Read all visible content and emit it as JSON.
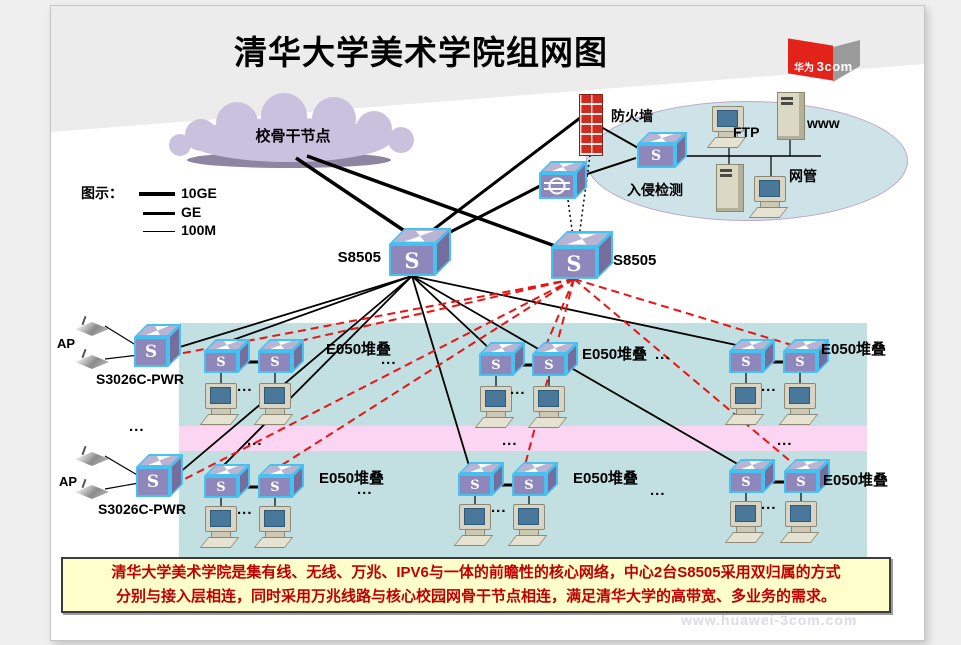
{
  "title": "清华大学美术学院组网图",
  "logo": {
    "cn": "华为",
    "en": "3com"
  },
  "legend": {
    "heading": "图示：",
    "items": [
      "10GE",
      "GE",
      "100M"
    ]
  },
  "cloud": {
    "label": "校骨干节点"
  },
  "dmz": {
    "firewall": "防火墙",
    "ids": "入侵检测",
    "ftp": "FTP",
    "www": "www",
    "nms": "网管"
  },
  "core": {
    "left": "S8505",
    "right": "S8505"
  },
  "rows": [
    {
      "ap": "AP",
      "switch": "S3026C-PWR",
      "stacks": [
        {
          "label": "E050堆叠"
        },
        {
          "label": "E050堆叠"
        },
        {
          "label": "E050堆叠"
        }
      ]
    },
    {
      "ap": "AP",
      "switch": "S3026C-PWR",
      "stacks": [
        {
          "label": "E050堆叠"
        },
        {
          "label": "E050堆叠"
        },
        {
          "label": "E050堆叠"
        }
      ]
    }
  ],
  "glyphs": {
    "s": "S",
    "dots": "..."
  },
  "note": {
    "line1": "清华大学美术学院是集有线、无线、万兆、IPV6与一体的前瞻性的核心网络，中心2台S8505采用双归属的方式",
    "line2": "分别与接入层相连，同时采用万兆线路与核心校园网骨干节点相连，满足清华大学的高带宽、多业务的需求。"
  },
  "watermark": "www.huawei-3com.com",
  "colors": {
    "link_backup": "#ee1111",
    "panel_cyan": "#c2e0e2",
    "panel_pink": "#fbd6f3",
    "note_bg": "#ffffcc",
    "note_text": "#c00000"
  }
}
